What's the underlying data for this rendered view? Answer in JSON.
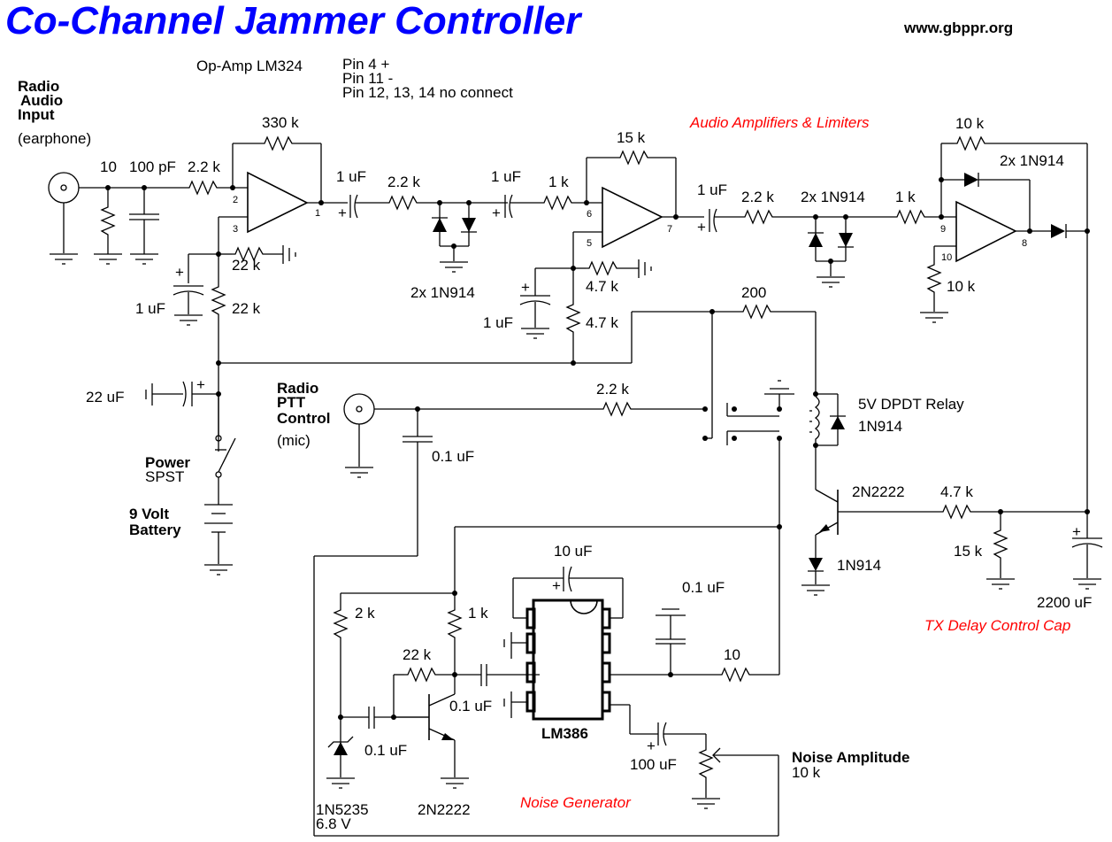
{
  "title": "Co-Channel Jammer Controller",
  "url": "www.gbppr.org",
  "colors": {
    "title": "#0000ff",
    "section_label": "#ff0000",
    "wire": "#000000"
  },
  "opamp_note": {
    "label": "Op-Amp LM324",
    "lines": [
      "Pin 4 +",
      "Pin 11 -",
      "Pin 12, 13, 14 no connect"
    ]
  },
  "sections": {
    "audio": "Audio Amplifiers & Limiters",
    "tx_delay": "TX Delay Control Cap",
    "noise": "Noise Generator"
  },
  "connectors": {
    "audio_input": {
      "lines": [
        "Radio",
        "Audio",
        "Input"
      ],
      "sub": "(earphone)"
    },
    "ptt": {
      "lines": [
        "Radio",
        "PTT",
        "Control"
      ],
      "sub": "(mic)"
    }
  },
  "power": {
    "switch_name": "Power",
    "switch_type": "SPST",
    "battery_lines": [
      "9 Volt",
      "Battery"
    ],
    "cap": "22 uF"
  },
  "components": {
    "r_in": "10",
    "c_in": "100 pF",
    "r1": "2.2 k",
    "rf1": "330 k",
    "r_bias1": "22 k",
    "r_bias1b": "22 k",
    "c_bias1": "1 uF",
    "c_c1": "1 uF",
    "r2": "2.2 k",
    "d1": "2x 1N914",
    "c_c2": "1 uF",
    "r3": "1 k",
    "rf2": "15 k",
    "r_bias2": "4.7 k",
    "r_bias2b": "4.7 k",
    "c_bias2": "1 uF",
    "c_c3": "1 uF",
    "r4": "2.2 k",
    "d2": "2x 1N914",
    "r5": "1 k",
    "rf3": "10 k",
    "d3": "2x 1N914",
    "r_pin10": "10 k",
    "r_relay": "200",
    "r_ptt": "2.2 k",
    "c_ptt": "0.1 uF",
    "relay": "5V DPDT Relay",
    "d_relay": "1N914",
    "q_relay": "2N2222",
    "r_base": "4.7 k",
    "r_base_gnd": "15 k",
    "d_emitter": "1N914",
    "c_delay": "2200 uF",
    "r_zener": "2 k",
    "r_coll": "1 k",
    "r_fb_noise": "22 k",
    "c_zener": "0.1 uF",
    "c_noise_out": "0.1 uF",
    "zener": "1N5235",
    "zener_v": "6.8 V",
    "q_noise": "2N2222",
    "c_gain": "10 uF",
    "ic": "LM386",
    "c_out_byp": "0.1 uF",
    "r_out": "10",
    "c_out": "100 uF",
    "pot_name": "Noise Amplitude",
    "pot_value": "10 k"
  },
  "pins": {
    "p1": "1",
    "p2": "2",
    "p3": "3",
    "p5": "5",
    "p6": "6",
    "p7": "7",
    "p8": "8",
    "p9": "9",
    "p10": "10"
  }
}
